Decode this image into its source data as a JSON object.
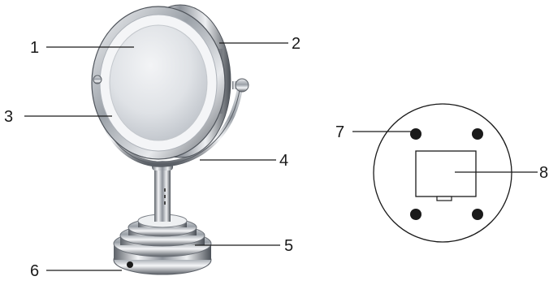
{
  "callouts": [
    {
      "id": "1",
      "label": "1"
    },
    {
      "id": "2",
      "label": "2"
    },
    {
      "id": "3",
      "label": "3"
    },
    {
      "id": "4",
      "label": "4"
    },
    {
      "id": "5",
      "label": "5"
    },
    {
      "id": "6",
      "label": "6"
    },
    {
      "id": "7",
      "label": "7"
    },
    {
      "id": "8",
      "label": "8"
    }
  ],
  "colors": {
    "line": "#1a1a1a",
    "chrome_dark": "#5a5f66",
    "chrome_light": "#f2f4f6",
    "glass": "#d9dde2"
  }
}
